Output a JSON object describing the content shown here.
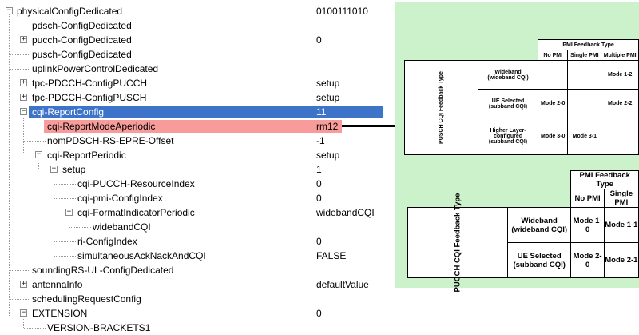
{
  "tree": {
    "rows": [
      {
        "label": "physicalConfigDedicated",
        "value": "0100111010"
      },
      {
        "label": "pdsch-ConfigDedicated",
        "value": ""
      },
      {
        "label": "pucch-ConfigDedicated",
        "value": "0"
      },
      {
        "label": "pusch-ConfigDedicated",
        "value": ""
      },
      {
        "label": "uplinkPowerControlDedicated",
        "value": ""
      },
      {
        "label": "tpc-PDCCH-ConfigPUCCH",
        "value": "setup"
      },
      {
        "label": "tpc-PDCCH-ConfigPUSCH",
        "value": "setup"
      },
      {
        "label": "cqi-ReportConfig",
        "value": "11"
      },
      {
        "label": "cqi-ReportModeAperiodic",
        "value": "rm12"
      },
      {
        "label": "nomPDSCH-RS-EPRE-Offset",
        "value": "-1"
      },
      {
        "label": "cqi-ReportPeriodic",
        "value": "setup"
      },
      {
        "label": "setup",
        "value": "1"
      },
      {
        "label": "cqi-PUCCH-ResourceIndex",
        "value": "0"
      },
      {
        "label": "cqi-pmi-ConfigIndex",
        "value": "0"
      },
      {
        "label": "cqi-FormatIndicatorPeriodic",
        "value": "widebandCQI"
      },
      {
        "label": "widebandCQI",
        "value": ""
      },
      {
        "label": "ri-ConfigIndex",
        "value": "0"
      },
      {
        "label": "simultaneousAckNackAndCQI",
        "value": "FALSE"
      },
      {
        "label": "soundingRS-UL-ConfigDedicated",
        "value": ""
      },
      {
        "label": "antennaInfo",
        "value": "defaultValue"
      },
      {
        "label": "schedulingRequestConfig",
        "value": ""
      },
      {
        "label": "EXTENSION",
        "value": "0"
      },
      {
        "label": "VERSION-BRACKETS1",
        "value": ""
      }
    ],
    "selected_color": "#3d73c8",
    "highlight_color": "#f79b9b"
  },
  "aperiodic_table": {
    "header": "PMI Feedback Type",
    "row_header": "PUSCH CQI Feedback Type",
    "columns": [
      "No PMI",
      "Single PMI",
      "Multiple PMI"
    ],
    "rows": [
      {
        "label_1": "Wideband",
        "label_2": "(wideband CQI)",
        "cells": [
          "",
          "",
          "Mode 1-2"
        ]
      },
      {
        "label_1": "UE Selected",
        "label_2": "(subband CQI)",
        "cells": [
          "Mode 2-0",
          "",
          "Mode 2-2"
        ]
      },
      {
        "label_1": "Higher Layer-",
        "label_2": "configured",
        "label_3": "(subband CQI)",
        "cells": [
          "Mode 3-0",
          "Mode 3-1",
          ""
        ]
      }
    ]
  },
  "periodic_table": {
    "header": "PMI Feedback Type",
    "row_header": "PUCCH CQI Feedback Type",
    "columns": [
      "No PMI",
      "Single PMI"
    ],
    "rows": [
      {
        "label_1": "Wideband",
        "label_2": "(wideband CQI)",
        "cells": [
          "Mode 1-0",
          "Mode 1-1"
        ]
      },
      {
        "label_1": "UE Selected",
        "label_2": "(subband CQI)",
        "cells": [
          "Mode 2-0",
          "Mode 2-1"
        ]
      }
    ]
  },
  "panel_color": "#ccf2cc"
}
